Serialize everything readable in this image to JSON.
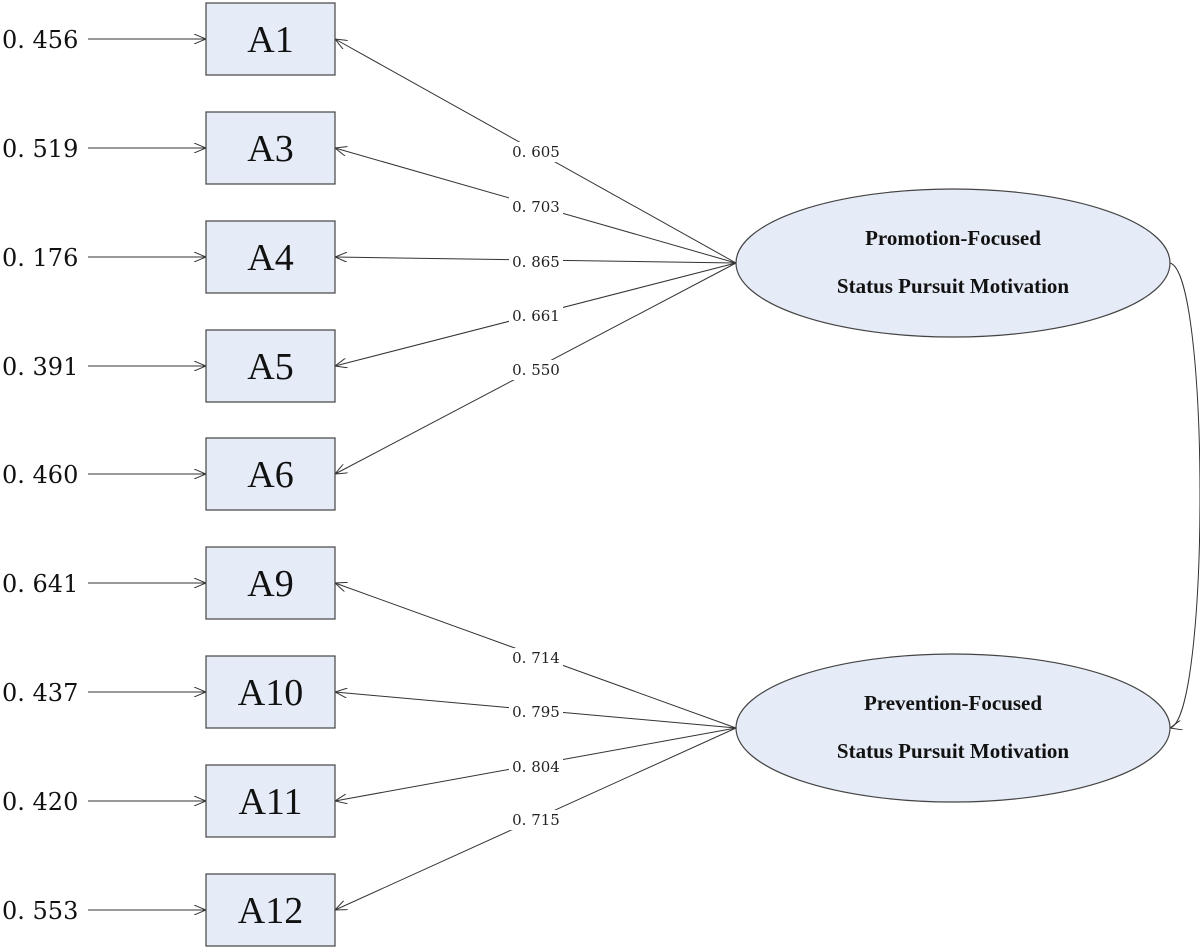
{
  "indicators": [
    {
      "name": "A1",
      "error": "0. 456",
      "loading": "0. 605",
      "factor": 0
    },
    {
      "name": "A3",
      "error": "0. 519",
      "loading": "0. 703",
      "factor": 0
    },
    {
      "name": "A4",
      "error": "0. 176",
      "loading": "0. 865",
      "factor": 0
    },
    {
      "name": "A5",
      "error": "0. 391",
      "loading": "0. 661",
      "factor": 0
    },
    {
      "name": "A6",
      "error": "0. 460",
      "loading": "0. 550",
      "factor": 0
    },
    {
      "name": "A9",
      "error": "0. 641",
      "loading": "0. 714",
      "factor": 1
    },
    {
      "name": "A10",
      "error": "0. 437",
      "loading": "0. 795",
      "factor": 1
    },
    {
      "name": "A11",
      "error": "0. 420",
      "loading": "0. 804",
      "factor": 1
    },
    {
      "name": "A12",
      "error": "0. 553",
      "loading": "0. 715",
      "factor": 1
    }
  ],
  "factors": [
    {
      "line1": "Promotion-Focused",
      "line2": "Status Pursuit Motivation"
    },
    {
      "line1": "Prevention-Focused",
      "line2": "Status Pursuit Motivation"
    }
  ]
}
